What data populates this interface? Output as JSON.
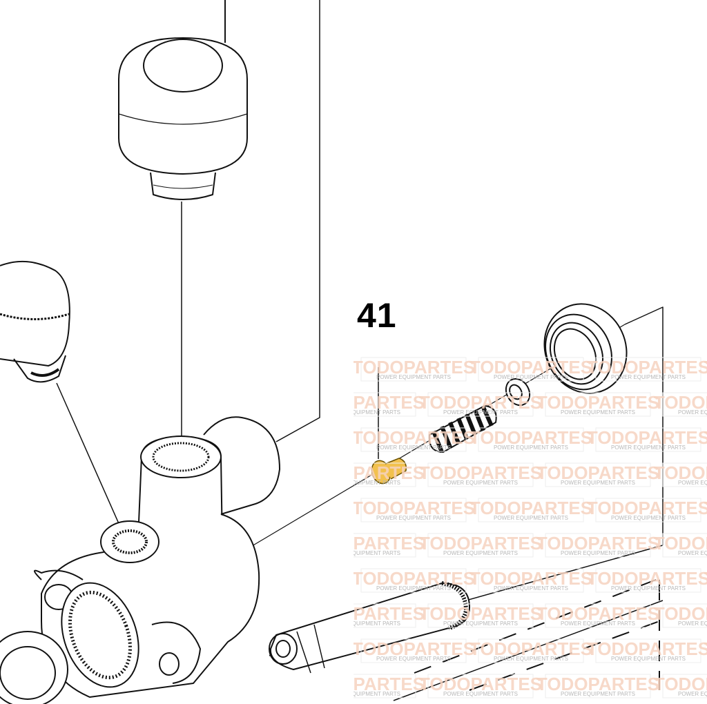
{
  "diagram": {
    "callout_number": "41",
    "highlight_color": "#f2c14e",
    "line_color": "#111111"
  },
  "watermark": {
    "brand": "TODOPARTES",
    "tagline": "POWER EQUIPMENT PARTS",
    "color": "#f6d2c0"
  }
}
